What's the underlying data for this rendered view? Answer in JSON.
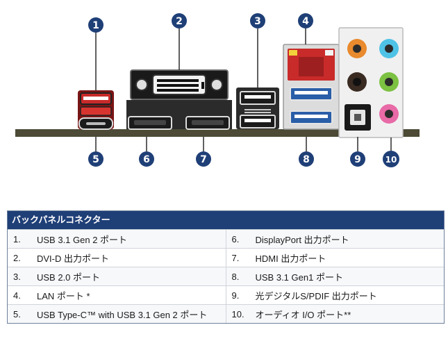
{
  "callouts": [
    "1",
    "2",
    "3",
    "4",
    "5",
    "6",
    "7",
    "8",
    "9",
    "10"
  ],
  "colors": {
    "board": "#4d4a35",
    "callout": "#1f3f77",
    "header": "#1f3f77",
    "usb3_blue": "#2a5ea8",
    "lan_red": "#c92a2a",
    "usbc_red": "#b81e1e",
    "audio_orange": "#e88a2d",
    "audio_blue": "#4fc3e6",
    "audio_green": "#7cc142",
    "audio_pink": "#e86aa6",
    "audio_black": "#2b2b2b"
  },
  "legend": {
    "title": "バックパネルコネクター",
    "rows": [
      {
        "left": {
          "num": "1.",
          "text": "USB 3.1 Gen 2 ポート"
        },
        "right": {
          "num": "6.",
          "text": "DisplayPort 出力ポート"
        }
      },
      {
        "left": {
          "num": "2.",
          "text": "DVI-D 出力ポート"
        },
        "right": {
          "num": "7.",
          "text": "HDMI 出力ポート"
        }
      },
      {
        "left": {
          "num": "3.",
          "text": "USB 2.0 ポート"
        },
        "right": {
          "num": "8.",
          "text": "USB 3.1 Gen1 ポート"
        }
      },
      {
        "left": {
          "num": "4.",
          "text": "LAN ポート *"
        },
        "right": {
          "num": "9.",
          "text": "光デジタルS/PDIF 出力ポート"
        }
      },
      {
        "left": {
          "num": "5.",
          "text": "USB Type-C™ with USB 3.1 Gen 2 ポート"
        },
        "right": {
          "num": "10.",
          "text": "オーディオ I/O ポート**"
        }
      }
    ]
  }
}
